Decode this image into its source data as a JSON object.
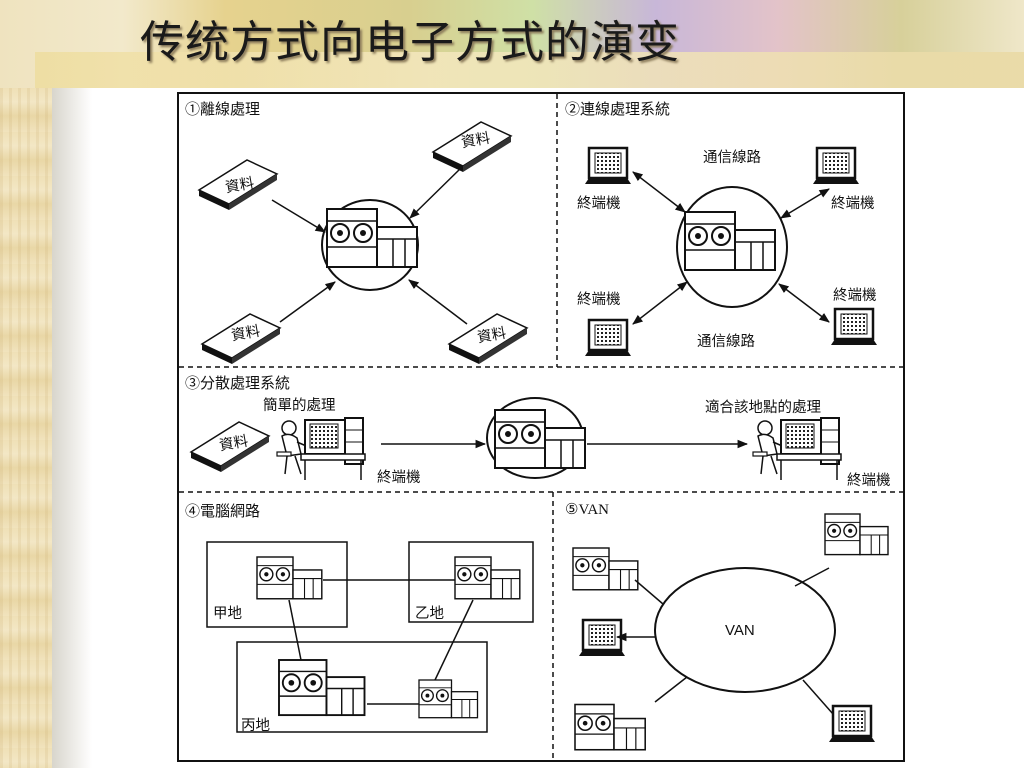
{
  "slide": {
    "title": "传统方式向电子方式的演变"
  },
  "figure": {
    "panel1": {
      "label": "①離線處理",
      "data_label": "資料"
    },
    "panel2": {
      "label": "②連線處理系統",
      "comm_label": "通信線路",
      "terminal_label": "終端機"
    },
    "panel3": {
      "label": "③分散處理系統",
      "data_label": "資料",
      "simple_label": "簡單的處理",
      "terminal_label": "終端機",
      "local_label": "適合該地點的處理"
    },
    "panel4": {
      "label": "④電腦網路",
      "site_a": "甲地",
      "site_b": "乙地",
      "site_c": "丙地"
    },
    "panel5": {
      "label": "⑤VAN",
      "van_label": "VAN"
    }
  },
  "colors": {
    "ink": "#111111"
  }
}
